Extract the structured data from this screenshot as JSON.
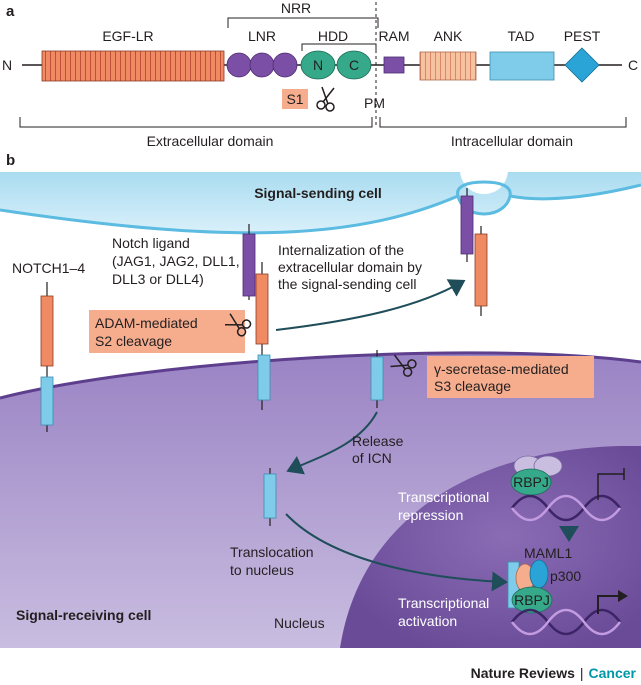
{
  "colors": {
    "egf": "#ef8a62",
    "lnr": "#7b4fa6",
    "hdd": "#35a98a",
    "ram": "#7b4fa6",
    "ank": "#f7c2a0",
    "tad": "#7ecbea",
    "pest": "#2aa3d6",
    "sending_cell": "#c9e9f6",
    "receiving_cell": "#b7a4d3",
    "nucleus": "#7e60a8",
    "callout": "#f5ad8e",
    "brand_accent": "#0097a7"
  },
  "panel_a": {
    "label": "a",
    "n_terminus": "N",
    "c_terminus": "C",
    "nrr_label": "NRR",
    "egf_label": "EGF-LR",
    "lnr_label": "LNR",
    "hdd_label": "HDD",
    "hdd_n": "N",
    "hdd_c": "C",
    "ram_label": "RAM",
    "ank_label": "ANK",
    "tad_label": "TAD",
    "pest_label": "PEST",
    "s1_label": "S1",
    "pm_label": "PM",
    "extracellular_label": "Extracellular domain",
    "intracellular_label": "Intracellular domain"
  },
  "panel_b": {
    "label": "b",
    "sending_cell_label": "Signal-sending cell",
    "receiving_cell_label": "Signal-receiving cell",
    "nucleus_label": "Nucleus",
    "notch_label": "NOTCH1–4",
    "ligand_lines": [
      "Notch ligand",
      "(JAG1, JAG2, DLL1,",
      "DLL3 or DLL4)"
    ],
    "internalization_lines": [
      "Internalization of the",
      "extracellular domain by",
      "the signal-sending cell"
    ],
    "adam_lines": [
      "ADAM-mediated",
      "S2 cleavage"
    ],
    "gamma_lines": [
      "γ-secretase-mediated",
      "S3 cleavage"
    ],
    "release_lines": [
      "Release",
      "of ICN"
    ],
    "translocation_lines": [
      "Translocation",
      "to nucleus"
    ],
    "repression_lines": [
      "Transcriptional",
      "repression"
    ],
    "activation_lines": [
      "Transcriptional",
      "activation"
    ],
    "rbpj_label": "RBPJ",
    "maml1_label": "MAML1",
    "p300_label": "p300"
  },
  "footer": {
    "journal": "Nature Reviews",
    "separator": "|",
    "section": "Cancer"
  }
}
